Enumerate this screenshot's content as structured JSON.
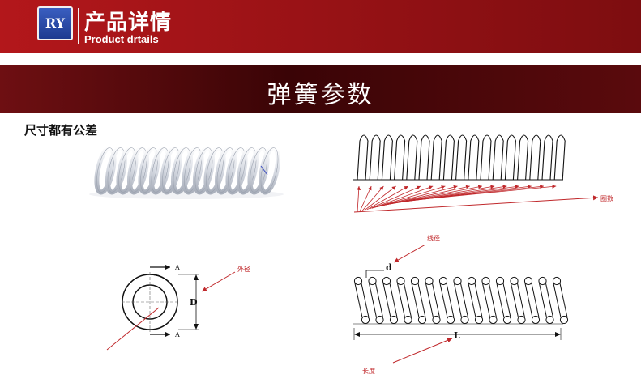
{
  "header": {
    "logo_text": "RY",
    "title": "产品详情",
    "subtitle": "Product drtails"
  },
  "section": {
    "title": "弹簧参数"
  },
  "note": "尺寸都有公差",
  "diagrams": {
    "coil_count_label": "圈数",
    "outer_diameter_label": "外径",
    "outer_diameter_symbol": "D",
    "section_mark": "A",
    "wire_diameter_label": "线径",
    "wire_diameter_symbol": "d",
    "length_label": "长度",
    "length_symbol": "L"
  },
  "colors": {
    "header_red": "#b3171b",
    "section_dark": "#3a0406",
    "annotation_red": "#c0282b",
    "logo_blue": "#2a4aa8"
  }
}
